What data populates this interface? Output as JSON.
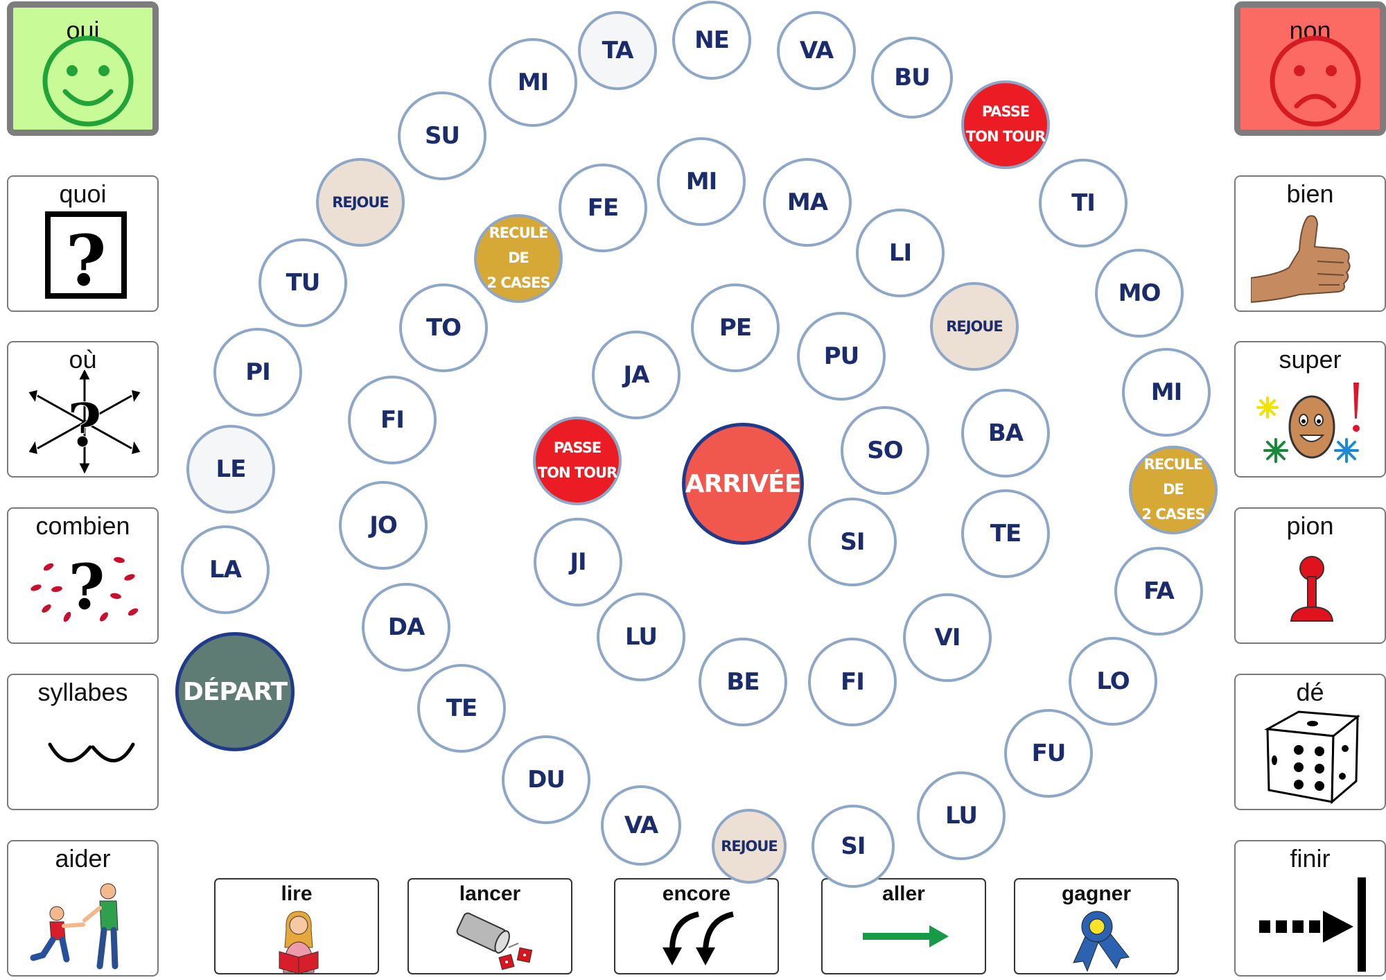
{
  "colors": {
    "cell_border": "#8ea7c8",
    "cell_text": "#1a2c6b",
    "rejoue": "#ecdfd3",
    "passe_ton_tour": "#ec1c24",
    "recule": "#d6a836",
    "depart": "#5e7c74",
    "arrivee": "#f0584d",
    "oui_bg": "#c8fb97",
    "non_bg": "#fc6a64"
  },
  "left_cards": [
    {
      "label": "oui",
      "icon": "smiley-happy-icon"
    },
    {
      "label": "quoi",
      "icon": "question-box-icon"
    },
    {
      "label": "où",
      "icon": "question-arrows-icon"
    },
    {
      "label": "combien",
      "icon": "question-dots-icon"
    },
    {
      "label": "syllabes",
      "icon": "syllable-arcs-icon"
    },
    {
      "label": "aider",
      "icon": "helping-people-icon"
    }
  ],
  "right_cards": [
    {
      "label": "non",
      "icon": "smiley-sad-icon"
    },
    {
      "label": "bien",
      "icon": "thumbs-up-icon"
    },
    {
      "label": "super",
      "icon": "happy-egg-icon"
    },
    {
      "label": "pion",
      "icon": "pawn-icon"
    },
    {
      "label": "dé",
      "icon": "dice-icon"
    },
    {
      "label": "finir",
      "icon": "finish-arrow-icon"
    }
  ],
  "bottom_cards": [
    {
      "label": "lire",
      "icon": "reading-girl-icon"
    },
    {
      "label": "lancer",
      "icon": "throw-dice-icon"
    },
    {
      "label": "encore",
      "icon": "again-arrows-icon"
    },
    {
      "label": "aller",
      "icon": "green-arrow-icon"
    },
    {
      "label": "gagner",
      "icon": "medal-icon"
    }
  ],
  "cells": [
    {
      "text": "DÉPART",
      "kind": "depart"
    },
    {
      "text": "LA"
    },
    {
      "text": "LE",
      "kind": "grey"
    },
    {
      "text": "PI"
    },
    {
      "text": "TU"
    },
    {
      "text": "REJOUE",
      "kind": "rejoue"
    },
    {
      "text": "SU"
    },
    {
      "text": "MI"
    },
    {
      "text": "TA",
      "kind": "grey"
    },
    {
      "text": "NE"
    },
    {
      "text": "VA"
    },
    {
      "text": "BU"
    },
    {
      "text": "PASSE\nTON TOUR",
      "kind": "passe"
    },
    {
      "text": "TI"
    },
    {
      "text": "MO"
    },
    {
      "text": "MI"
    },
    {
      "text": "RECULE DE\n2 CASES",
      "kind": "recule"
    },
    {
      "text": "FA"
    },
    {
      "text": "LO"
    },
    {
      "text": "FU"
    },
    {
      "text": "LU"
    },
    {
      "text": "SI"
    },
    {
      "text": "REJOUE",
      "kind": "rejoue"
    },
    {
      "text": "VA"
    },
    {
      "text": "DU"
    },
    {
      "text": "TE"
    },
    {
      "text": "DA"
    },
    {
      "text": "JO"
    },
    {
      "text": "FI"
    },
    {
      "text": "TO"
    },
    {
      "text": "RECULE DE\n2 CASES",
      "kind": "recule"
    },
    {
      "text": "FE"
    },
    {
      "text": "MI"
    },
    {
      "text": "MA"
    },
    {
      "text": "LI"
    },
    {
      "text": "REJOUE",
      "kind": "rejoue"
    },
    {
      "text": "BA"
    },
    {
      "text": "TE"
    },
    {
      "text": "VI"
    },
    {
      "text": "FI"
    },
    {
      "text": "BE"
    },
    {
      "text": "LU"
    },
    {
      "text": "JI"
    },
    {
      "text": "PASSE\nTON TOUR",
      "kind": "passe"
    },
    {
      "text": "JA"
    },
    {
      "text": "PE"
    },
    {
      "text": "PU"
    },
    {
      "text": "SO"
    },
    {
      "text": "SI"
    },
    {
      "text": "ARRIVÉE",
      "kind": "arrivee"
    }
  ]
}
